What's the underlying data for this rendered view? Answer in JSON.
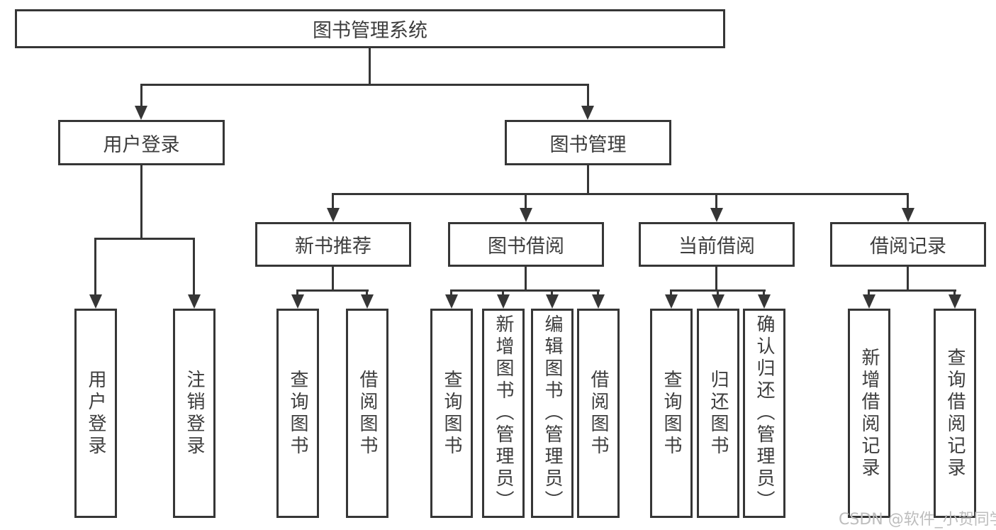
{
  "colors": {
    "ink": "#363636",
    "text": "#3d3d3d",
    "node-bg": "#ffffff",
    "watermark": "#bdbdbd"
  },
  "tree": {
    "root": {
      "label": "图书管理系统"
    },
    "l2": [
      {
        "label": "用户登录"
      },
      {
        "label": "图书管理"
      }
    ],
    "l3": [
      {
        "label": "新书推荐",
        "parent": "图书管理"
      },
      {
        "label": "图书借阅",
        "parent": "图书管理"
      },
      {
        "label": "当前借阅",
        "parent": "图书管理"
      },
      {
        "label": "借阅记录",
        "parent": "图书管理"
      }
    ],
    "leaves": [
      {
        "label": "用户登录",
        "parent": "用户登录"
      },
      {
        "label": "注销登录",
        "parent": "用户登录"
      },
      {
        "label": "查询图书",
        "parent": "新书推荐"
      },
      {
        "label": "借阅图书",
        "parent": "新书推荐"
      },
      {
        "label": "查询图书",
        "parent": "图书借阅"
      },
      {
        "label": "新增图书（管理员）",
        "parent": "图书借阅"
      },
      {
        "label": "编辑图书（管理员）",
        "parent": "图书借阅"
      },
      {
        "label": "借阅图书",
        "parent": "图书借阅"
      },
      {
        "label": "查询图书",
        "parent": "当前借阅"
      },
      {
        "label": "归还图书",
        "parent": "当前借阅"
      },
      {
        "label": "确认归还（管理员）",
        "parent": "当前借阅"
      },
      {
        "label": "新增借阅记录",
        "parent": "借阅记录"
      },
      {
        "label": "查询借阅记录",
        "parent": "借阅记录"
      }
    ]
  },
  "watermark": {
    "text": "CSDN @软件_小贺同学"
  }
}
